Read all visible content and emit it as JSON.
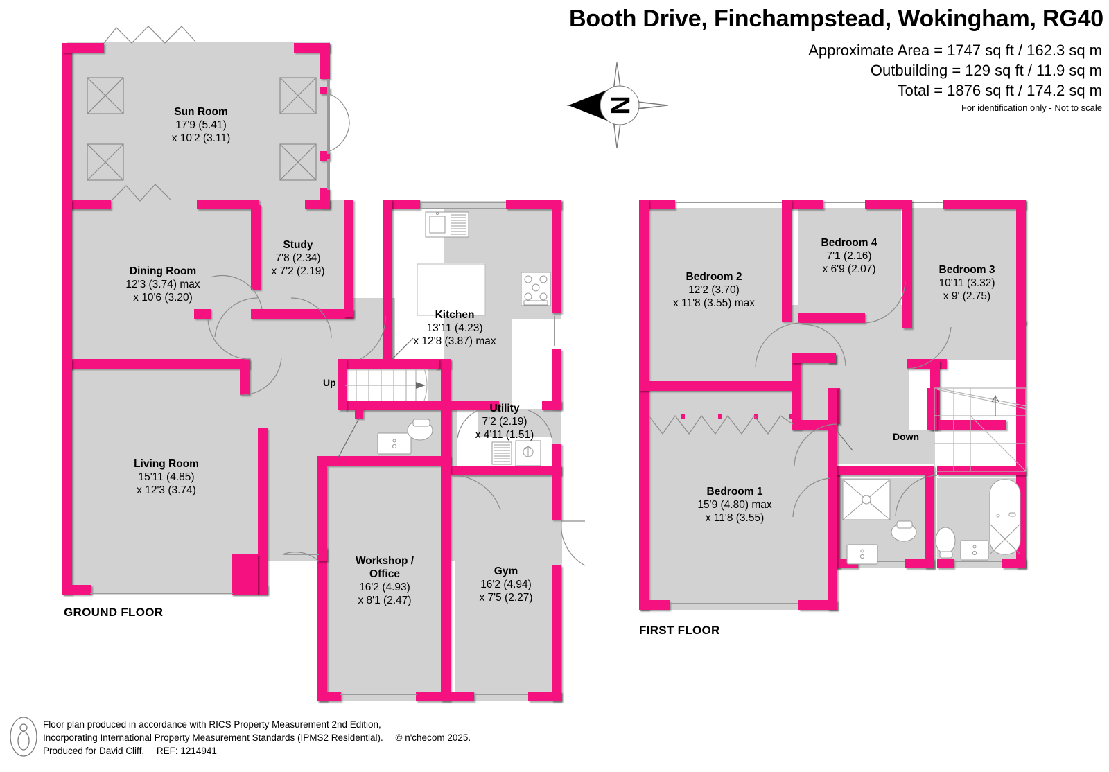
{
  "header": {
    "title": "Booth Drive, Finchampstead, Wokingham, RG40",
    "approx_area": "Approximate Area = 1747 sq ft / 162.3 sq m",
    "outbuilding": "Outbuilding = 129 sq ft / 11.9 sq m",
    "total": "Total = 1876 sq ft / 174.2 sq m",
    "disclaimer": "For identification only - Not to scale"
  },
  "compass": {
    "label": "N"
  },
  "floors": [
    {
      "id": "ground",
      "name": "GROUND FLOOR"
    },
    {
      "id": "first",
      "name": "FIRST FLOOR"
    }
  ],
  "ground_floor": {
    "name": "GROUND FLOOR",
    "rooms": [
      {
        "name": "Sun Room",
        "d1": "17'9 (5.41)",
        "d2": "x 10'2 (3.11)"
      },
      {
        "name": "Dining Room",
        "d1": "12'3 (3.74) max",
        "d2": "x 10'6 (3.20)"
      },
      {
        "name": "Study",
        "d1": "7'8 (2.34)",
        "d2": "x 7'2 (2.19)"
      },
      {
        "name": "Kitchen",
        "d1": "13'11 (4.23)",
        "d2": "x 12'8 (3.87) max"
      },
      {
        "name": "Living Room",
        "d1": "15'11 (4.85)",
        "d2": "x 12'3 (3.74)"
      },
      {
        "name": "Utility",
        "d1": "7'2 (2.19)",
        "d2": "x 4'11 (1.51)"
      },
      {
        "name": "Workshop /",
        "name2": "Office",
        "d1": "16'2 (4.93)",
        "d2": "x 8'1 (2.47)"
      },
      {
        "name": "Gym",
        "d1": "16'2 (4.94)",
        "d2": "x 7'5 (2.27)"
      }
    ],
    "stair_label": "Up"
  },
  "first_floor": {
    "name": "FIRST FLOOR",
    "rooms": [
      {
        "name": "Bedroom 2",
        "d1": "12'2 (3.70)",
        "d2": "x 11'8 (3.55) max"
      },
      {
        "name": "Bedroom 4",
        "d1": "7'1 (2.16)",
        "d2": "x 6'9 (2.07)"
      },
      {
        "name": "Bedroom 3",
        "d1": "10'11 (3.32)",
        "d2": "x 9' (2.75)"
      },
      {
        "name": "Bedroom 1",
        "d1": "15'9 (4.80) max",
        "d2": "x 11'8 (3.55)"
      }
    ],
    "stair_label": "Down"
  },
  "footer": {
    "line1": "Floor plan produced in accordance with RICS Property Measurement 2nd Edition,",
    "line2": "Incorporating International Property Measurement Standards (IPMS2 Residential).",
    "copyright": "© n'checom 2025.",
    "line3": "Produced for David Cliff.",
    "ref": "REF: 1214941"
  },
  "colors": {
    "wall": "#F5117F",
    "floor_fill": "#d2d2d2",
    "text": "#000000"
  }
}
